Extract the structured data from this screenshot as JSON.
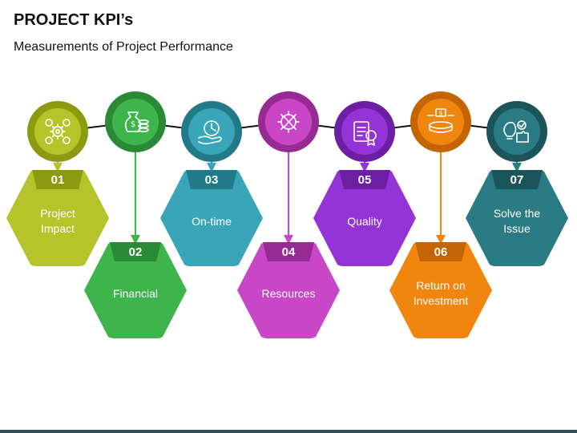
{
  "header": {
    "title": "PROJECT KPI’s",
    "subtitle": "Measurements of Project Performance"
  },
  "kpis": [
    {
      "number": "01",
      "lines": [
        "Project",
        "Impact"
      ],
      "color": "#b5c42a",
      "dark": "#8c9a10",
      "icon": "gear-cycle-icon",
      "row": "top"
    },
    {
      "number": "02",
      "lines": [
        "Financial"
      ],
      "color": "#3db54a",
      "dark": "#2a8a36",
      "icon": "money-bag-icon",
      "row": "bottom"
    },
    {
      "number": "03",
      "lines": [
        "On-time"
      ],
      "color": "#38a6b8",
      "dark": "#227a89",
      "icon": "hand-clock-icon",
      "row": "top"
    },
    {
      "number": "04",
      "lines": [
        "Resources"
      ],
      "color": "#c946c6",
      "dark": "#962b93",
      "icon": "gear-tools-icon",
      "row": "bottom"
    },
    {
      "number": "05",
      "lines": [
        "Quality"
      ],
      "color": "#9534d6",
      "dark": "#6d1fa3",
      "icon": "quality-badge-icon",
      "row": "top"
    },
    {
      "number": "06",
      "lines": [
        "Return on",
        "Investment"
      ],
      "color": "#f0860e",
      "dark": "#c56404",
      "icon": "coin-stack-icon",
      "row": "bottom"
    },
    {
      "number": "07",
      "lines": [
        "Solve the",
        "Issue"
      ],
      "color": "#2b7b84",
      "dark": "#1b545b",
      "icon": "bulb-puzzle-icon",
      "row": "top"
    }
  ]
}
